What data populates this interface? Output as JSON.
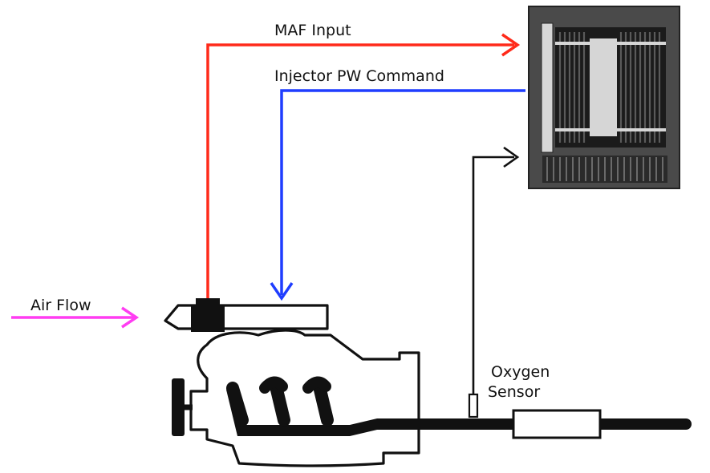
{
  "labels": {
    "maf_input": "MAF Input",
    "injector_pw_command": "Injector PW Command",
    "air_flow": "Air Flow",
    "oxygen_sensor_line1": "Oxygen",
    "oxygen_sensor_line2": "Sensor"
  },
  "colors": {
    "maf_signal": "#ff2a1a",
    "injector_signal": "#1f3dff",
    "air_flow": "#ff3df2",
    "oxygen_signal": "#111111",
    "ecu_body": "#4a4a4a",
    "ecu_dark": "#1b1b1b",
    "ecu_light": "#d6d6d6",
    "engine_outline": "#111111"
  },
  "icons": {
    "ecu": "ecu-module-icon",
    "engine": "engine-block-icon",
    "maf_sensor": "maf-sensor-icon",
    "oxygen_sensor": "oxygen-sensor-icon",
    "muffler": "muffler-icon"
  }
}
